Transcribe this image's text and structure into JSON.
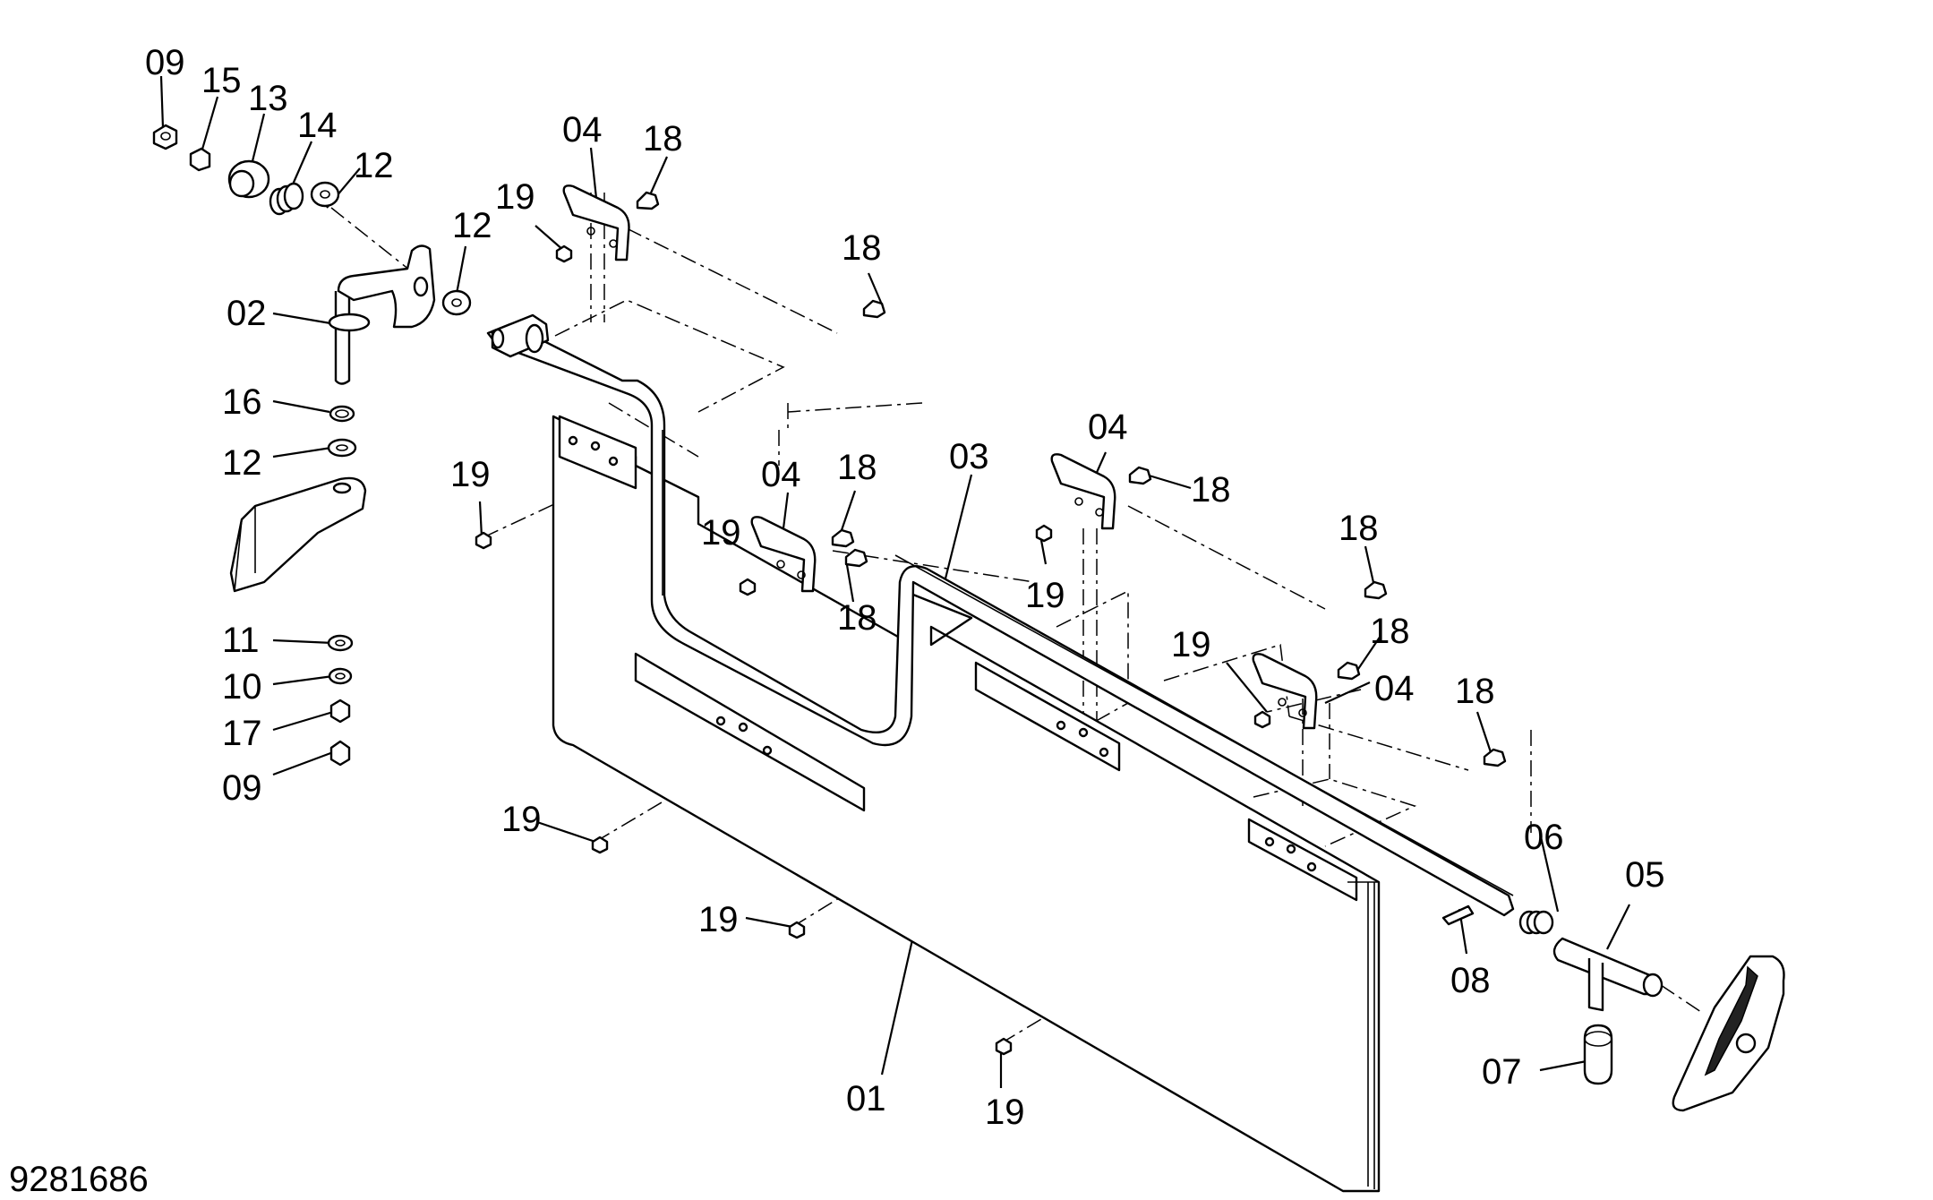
{
  "drawing_number": "9281686",
  "callouts": [
    {
      "key": "c09a",
      "text": "09"
    },
    {
      "key": "c15",
      "text": "15"
    },
    {
      "key": "c13",
      "text": "13"
    },
    {
      "key": "c14",
      "text": "14"
    },
    {
      "key": "c12a",
      "text": "12"
    },
    {
      "key": "c12b",
      "text": "12"
    },
    {
      "key": "c02",
      "text": "02"
    },
    {
      "key": "c16",
      "text": "16"
    },
    {
      "key": "c12c",
      "text": "12"
    },
    {
      "key": "c11",
      "text": "11"
    },
    {
      "key": "c10",
      "text": "10"
    },
    {
      "key": "c17",
      "text": "17"
    },
    {
      "key": "c09b",
      "text": "09"
    },
    {
      "key": "c04a",
      "text": "04"
    },
    {
      "key": "c18a",
      "text": "18"
    },
    {
      "key": "c19a",
      "text": "19"
    },
    {
      "key": "c18b",
      "text": "18"
    },
    {
      "key": "c19b",
      "text": "19"
    },
    {
      "key": "c04b",
      "text": "04"
    },
    {
      "key": "c18c",
      "text": "18"
    },
    {
      "key": "c19c",
      "text": "19"
    },
    {
      "key": "c18d",
      "text": "18"
    },
    {
      "key": "c03",
      "text": "03"
    },
    {
      "key": "c04c",
      "text": "04"
    },
    {
      "key": "c18e",
      "text": "18"
    },
    {
      "key": "c19d",
      "text": "19"
    },
    {
      "key": "c18f",
      "text": "18"
    },
    {
      "key": "c19e",
      "text": "19"
    },
    {
      "key": "c18g",
      "text": "18"
    },
    {
      "key": "c04d",
      "text": "04"
    },
    {
      "key": "c18h",
      "text": "18"
    },
    {
      "key": "c19f",
      "text": "19"
    },
    {
      "key": "c19g",
      "text": "19"
    },
    {
      "key": "c06",
      "text": "06"
    },
    {
      "key": "c05",
      "text": "05"
    },
    {
      "key": "c08",
      "text": "08"
    },
    {
      "key": "c01",
      "text": "01"
    },
    {
      "key": "c19h",
      "text": "19"
    },
    {
      "key": "c07",
      "text": "07"
    }
  ]
}
